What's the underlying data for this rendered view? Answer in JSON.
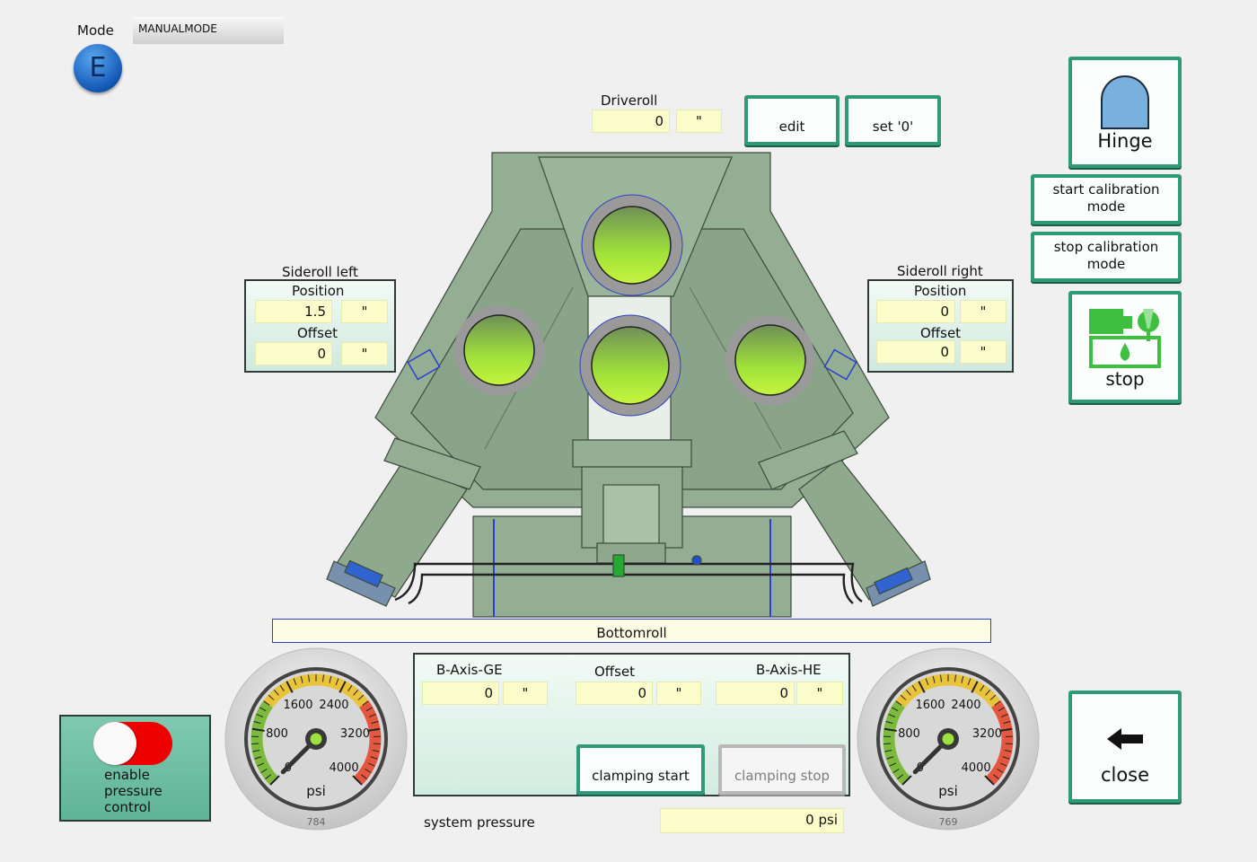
{
  "mode": {
    "label": "Mode",
    "value": "MANUALMODE",
    "badge": "E"
  },
  "driveroll": {
    "label": "Driveroll",
    "value": "0",
    "unit": "\""
  },
  "buttons": {
    "edit": "edit",
    "set_zero": "set '0'",
    "hinge": "Hinge",
    "start_calibration": "start calibration mode",
    "stop_calibration": "stop calibration mode",
    "stop": "stop",
    "close": "close",
    "clamping_start": "clamping start",
    "clamping_stop": "clamping stop"
  },
  "sideroll_left": {
    "title": "Sideroll left",
    "position_label": "Position",
    "position": "1.5",
    "position_unit": "\"",
    "offset_label": "Offset",
    "offset": "0",
    "offset_unit": "\""
  },
  "sideroll_right": {
    "title": "Sideroll right",
    "position_label": "Position",
    "position": "0",
    "position_unit": "\"",
    "offset_label": "Offset",
    "offset": "0",
    "offset_unit": "\""
  },
  "bottomroll": {
    "label": "Bottomroll"
  },
  "b_axis": {
    "ge_label": "B-Axis-GE",
    "ge_value": "0",
    "ge_unit": "\"",
    "offset_label": "Offset",
    "offset_value": "0",
    "offset_unit": "\"",
    "he_label": "B-Axis-HE",
    "he_value": "0",
    "he_unit": "\""
  },
  "system_pressure": {
    "label": "system pressure",
    "value": "0 psi"
  },
  "pressure_control": {
    "label": "enable pressure control",
    "enabled": true
  },
  "gauges": [
    {
      "id": "left",
      "unit": "psi",
      "serial": "784",
      "ticks": [
        "0",
        "800",
        "1600",
        "2400",
        "3200",
        "4000"
      ],
      "value": 0,
      "max": 4000
    },
    {
      "id": "right",
      "unit": "psi",
      "serial": "769",
      "ticks": [
        "0",
        "800",
        "1600",
        "2400",
        "3200",
        "4000"
      ],
      "value": 0,
      "max": 4000
    }
  ],
  "colors": {
    "accent": "#2f9a78",
    "field": "#fafdc9",
    "machine": "#94ae94",
    "roll": "#8fd63a"
  },
  "icons": [
    "hinge-icon",
    "pump-stop-icon",
    "back-arrow-icon",
    "mode-e-icon",
    "toggle-switch-icon",
    "pressure-gauge-icon"
  ]
}
